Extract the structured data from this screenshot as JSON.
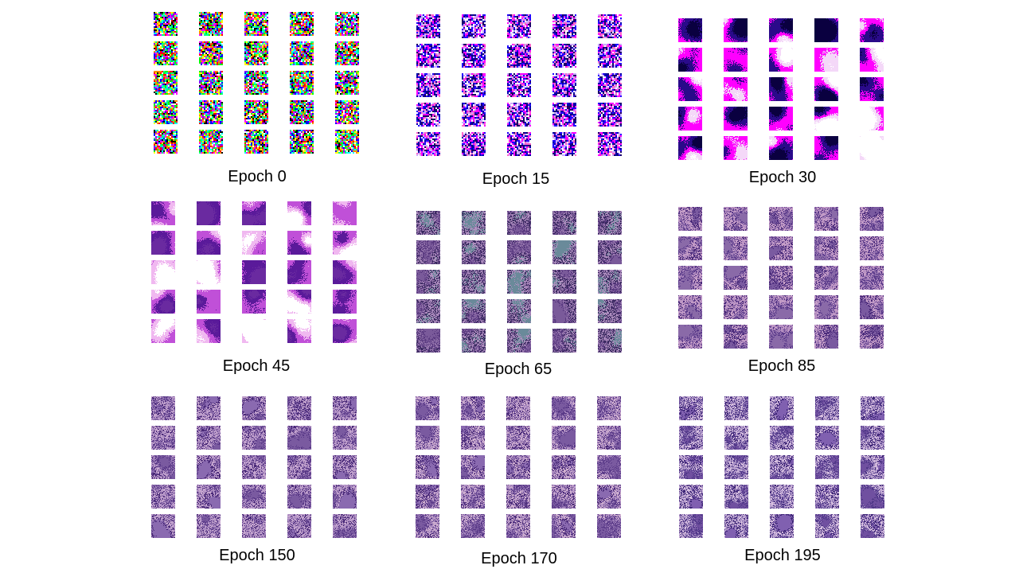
{
  "panels": [
    {
      "label": "Epoch 0",
      "style": "rainbow_noise",
      "colors": [
        "#ff0000",
        "#00ff00",
        "#0000ff",
        "#ffff00",
        "#ff00ff",
        "#00ffff",
        "#ffffff",
        "#000000",
        "#ff8800",
        "#8800ff",
        "#00ff88"
      ]
    },
    {
      "label": "Epoch 15",
      "style": "blue_pink_noise",
      "colors": [
        "#ffffff",
        "#2200ff",
        "#ff00ff",
        "#0000aa",
        "#ff66cc",
        "#1a0066",
        "#ccaaff"
      ]
    },
    {
      "label": "Epoch 30",
      "style": "blotch",
      "colors": [
        "#ffffff",
        "#f4d8f8",
        "#ff00ff",
        "#2a0a8a",
        "#0a0040"
      ]
    },
    {
      "label": "Epoch 45",
      "style": "blotch_soft",
      "colors": [
        "#ffffff",
        "#f0b8f0",
        "#c050d8",
        "#5a1a9a",
        "#6a2aa0"
      ]
    },
    {
      "label": "Epoch 65",
      "style": "texture",
      "colors": [
        "#7a5a9a",
        "#5a3a80",
        "#9a7ab0",
        "#3a2a60",
        "#b090c0",
        "#6a8a9a"
      ]
    },
    {
      "label": "Epoch 85",
      "style": "texture",
      "colors": [
        "#8a6aa8",
        "#5a3a8a",
        "#b08ac0",
        "#c8a0c8",
        "#4a2a7a",
        "#7a5aa0"
      ]
    },
    {
      "label": "Epoch 150",
      "style": "texture",
      "colors": [
        "#7a5aa0",
        "#5a3a88",
        "#a888c0",
        "#c8a8d0",
        "#4a2a78",
        "#8a6ab0"
      ]
    },
    {
      "label": "Epoch 170",
      "style": "texture",
      "colors": [
        "#7a5aa0",
        "#5a3a88",
        "#a888c0",
        "#d0b0d0",
        "#4a2a78",
        "#8a6ab0"
      ]
    },
    {
      "label": "Epoch 195",
      "style": "texture",
      "colors": [
        "#7050a0",
        "#503888",
        "#a088c0",
        "#d8c0e0",
        "#402878",
        "#8060b0"
      ]
    }
  ]
}
